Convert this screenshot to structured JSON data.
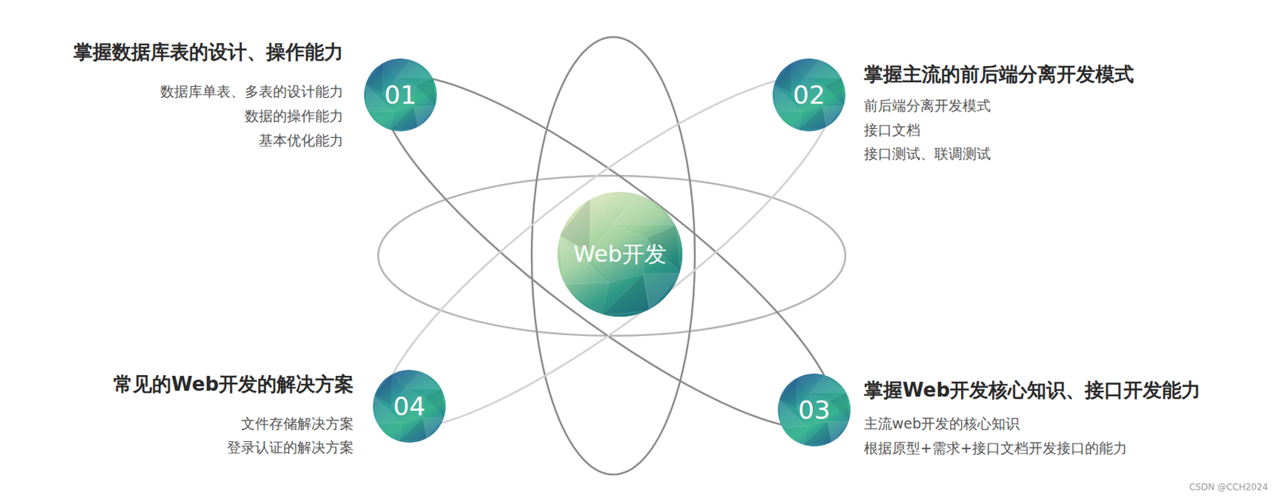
{
  "diagram": {
    "nodes": [
      {
        "text": [
          "01",
          "掌握数据库表的设计、操作能力",
          "数据库单表、多表的设计能力",
          "数据的操作能力",
          "基本优化能力"
        ]
      },
      {
        "text": [
          "02",
          "掌握主流的前后端分离开发模式",
          "前后端分离开发模式",
          "接口文档",
          "接口测试、联调测试"
        ]
      },
      {
        "text": [
          "Web开发"
        ]
      },
      {
        "text": [
          "04",
          "常见的Web开发的解决方案",
          "文件存储解决方案",
          "登录认证的解决方案"
        ]
      },
      {
        "text": [
          "03",
          "掌握Web开发核心知识、接口开发能力",
          "主流web开发的核心知识",
          "根据原型+需求+接口文档开发接口的能力"
        ]
      }
    ],
    "edges": [],
    "labels": [
      "CSDN @CCH2024"
    ]
  }
}
